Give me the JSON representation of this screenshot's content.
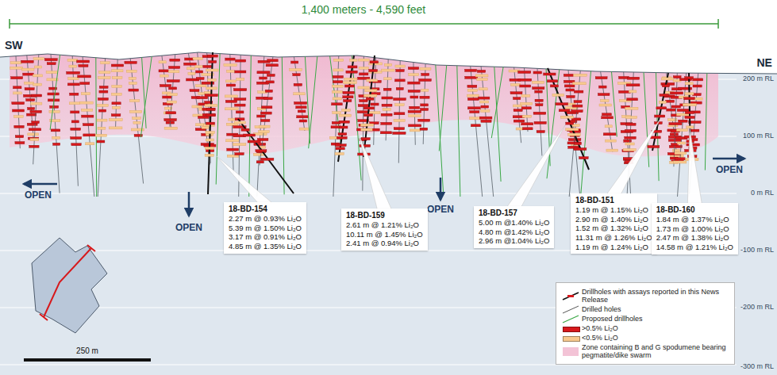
{
  "diagram": {
    "nodes": [
      {
        "text": [
          "18-BD-154",
          "2.27 m @ 0.93% Li₂O",
          "5.39 m @ 1.50% Li₂O",
          "3.17 m @ 0.91% Li₂O",
          "4.85 m @ 1.35% Li₂O"
        ]
      },
      {
        "text": [
          "18-BD-159",
          "2.61 m @ 1.21% Li₂O",
          "10.11 m @ 1.45% Li₂O",
          "2.41 m @ 0.94% Li₂O"
        ]
      },
      {
        "text": [
          "18-BD-157",
          "5.00 m @1.40% Li₂O",
          "4.80 m @1.42% Li₂O",
          "2.96 m @1.04% Li₂O"
        ]
      },
      {
        "text": [
          "18-BD-151",
          "1.19 m @ 1.15% Li₂O",
          "2.90 m @ 1.40% Li₂O",
          "1.52 m @ 1.32% Li₂O",
          "11.31 m @ 1.26% Li₂O",
          "1.19 m @ 1.24% Li₂O"
        ]
      },
      {
        "text": [
          "18-BD-160",
          "1.84 m @ 1.37% Li₂O",
          "1.73 m @ 1.00% Li₂O",
          "2.47 m @ 1.38% Li₂O",
          "14.58 m @ 1.21% Li₂O"
        ]
      }
    ],
    "labels": [
      "1,400 meters - 4,590 feet",
      "SW",
      "NE",
      "200 m RL",
      "100 m RL",
      "0 m RL",
      "-100 m RL",
      "-200 m RL",
      "-300 m RL",
      "OPEN",
      "OPEN",
      "OPEN",
      "OPEN",
      "250 m"
    ],
    "legend": [
      {
        "text": "Drillholes with assays reported in this News Release"
      },
      {
        "text": "Drilled holes"
      },
      {
        "text": "Proposed drillholes"
      },
      {
        "text": ">0.5% Li₂O",
        "color": "#d7191c"
      },
      {
        "text": "<0.5% Li₂O",
        "color": "#f8c98e"
      },
      {
        "text": "Zone containing B and G spodumene bearing pegmatite/dike swarm",
        "color": "#f3c3d6"
      }
    ]
  }
}
